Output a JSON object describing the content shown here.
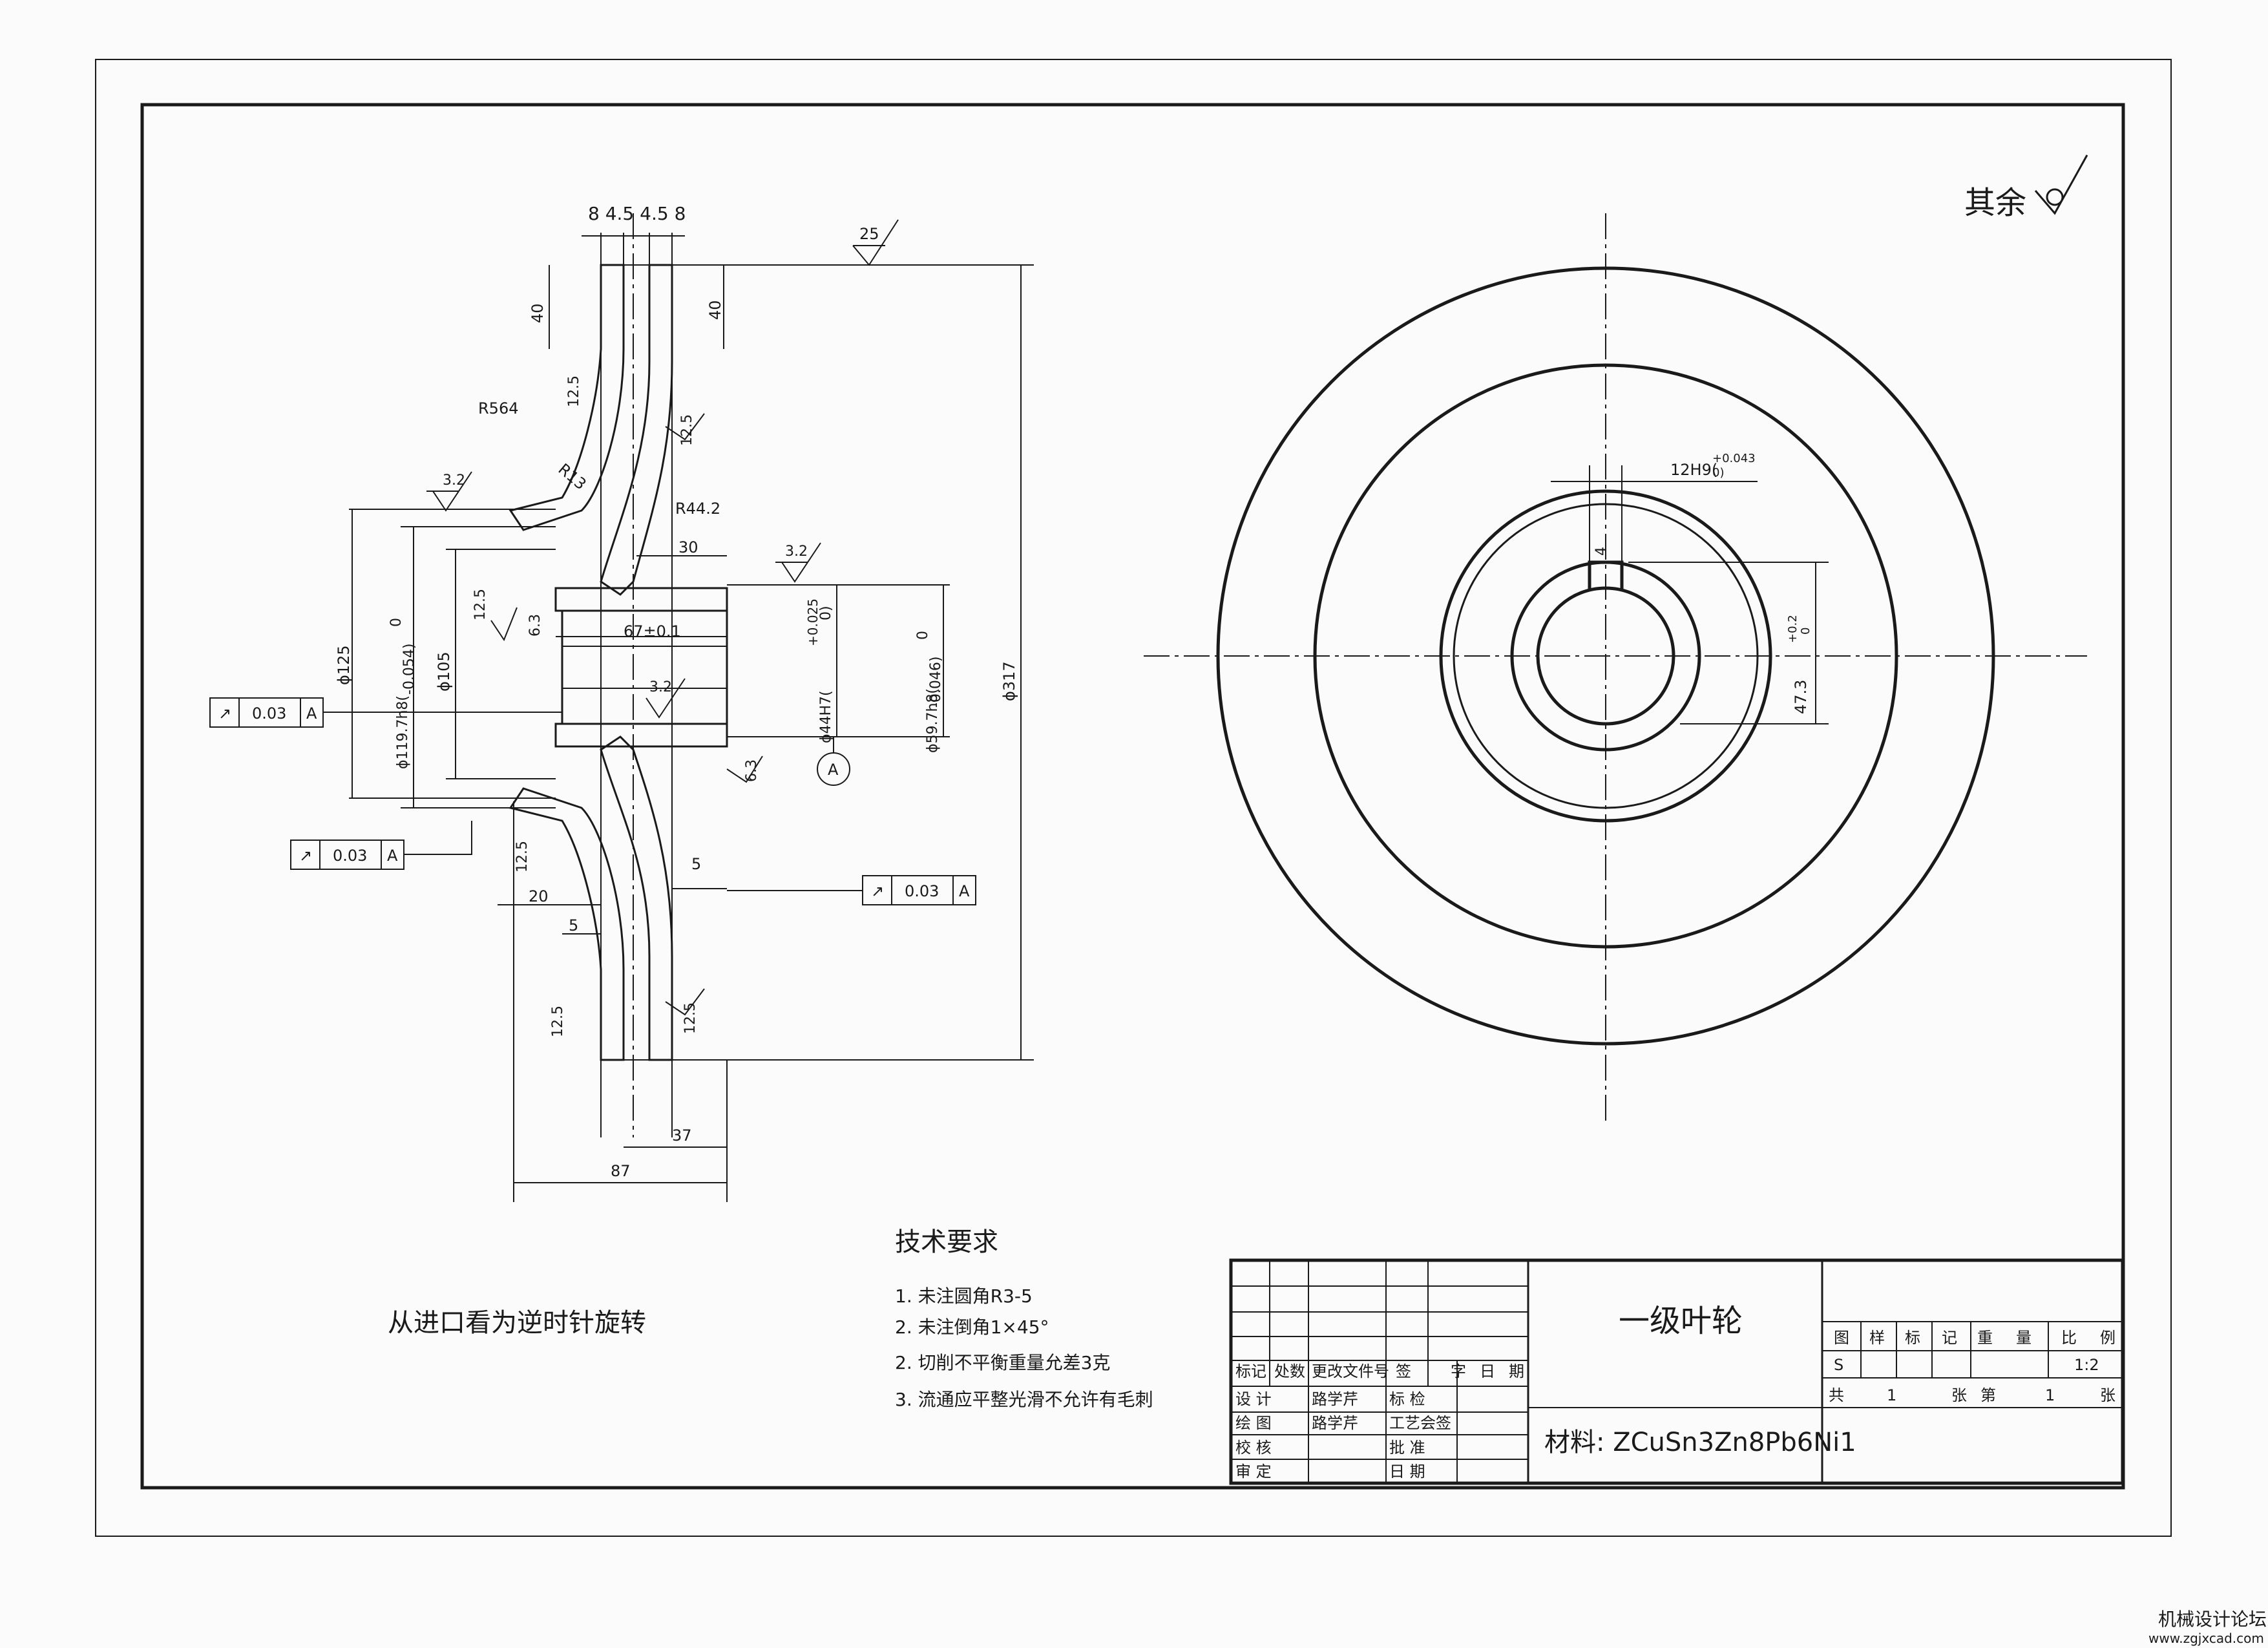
{
  "surface_finish": {
    "rest_label": "其余",
    "values": {
      "top": "25",
      "ra_3_2": "3.2",
      "ra_12_5": "12.5",
      "ra_6_3": "6.3"
    }
  },
  "dims": {
    "top_stack": "8 4.5 4.5 8",
    "d40_left": "40",
    "d40_right": "40",
    "r564": "R564",
    "r13": "R13",
    "r44": "R44.2",
    "d30": "30",
    "d125": "ϕ125",
    "d119": "ϕ119.7h8(",
    "d119_tol": "0",
    "d119_tol2": "-0.054)",
    "d105": "ϕ105",
    "d67": "67±0.1",
    "d44": "ϕ44H7(",
    "d44_tol": "+0.025",
    "d44_tol2": "0)",
    "d59": "ϕ59.7h8(",
    "d59_tol": "0",
    "d59_tol2": "-0.046)",
    "d317": "ϕ317",
    "d5a": "5",
    "d20": "20",
    "d5b": "5",
    "d37": "37",
    "d87": "87",
    "key_width": "12H9(",
    "key_width_tol": "+0.043",
    "key_width_tol2": "0)",
    "key_depth": "47.3",
    "key_depth_tol": "+0.2",
    "key_depth_tol2": "0",
    "key_small": "4",
    "datum": "A"
  },
  "tolerance_frames": [
    {
      "symbol": "↗",
      "value": "0.03",
      "datum": "A"
    },
    {
      "symbol": "↗",
      "value": "0.03",
      "datum": "A"
    },
    {
      "symbol": "↗",
      "value": "0.03",
      "datum": "A"
    }
  ],
  "rotation_note": "从进口看为逆时针旋转",
  "tech": {
    "title": "技术要求",
    "items": [
      "1. 未注圆角R3-5",
      "2. 未注倒角1×45°",
      "2. 切削不平衡重量允差3克",
      "3. 流通应平整光滑不允许有毛刺"
    ]
  },
  "title_block": {
    "part_name": "一级叶轮",
    "material": "材料: ZCuSn3Zn8Pb6Ni1",
    "rev_header": [
      "标记",
      "处数",
      "更改文件号",
      "签",
      "字",
      "日",
      "期"
    ],
    "sign_rows": [
      {
        "role": "设    计",
        "name": "路学芹",
        "role2": "标    检"
      },
      {
        "role": "绘    图",
        "name": "路学芹",
        "role2": "工艺会签"
      },
      {
        "role": "校    核",
        "name": "",
        "role2": "批    准"
      },
      {
        "role": "审    定",
        "name": "",
        "role2": "日    期"
      }
    ],
    "right_header": [
      "图",
      "样",
      "标",
      "记",
      "重",
      "量",
      "比",
      "例"
    ],
    "right_values": {
      "mark": "S",
      "scale": "1:2"
    },
    "sheets": [
      "共",
      "1",
      "张",
      "第",
      "1",
      "张"
    ]
  },
  "watermark": {
    "forum": "机械设计论坛",
    "url": "www.zgjxcad.com"
  }
}
